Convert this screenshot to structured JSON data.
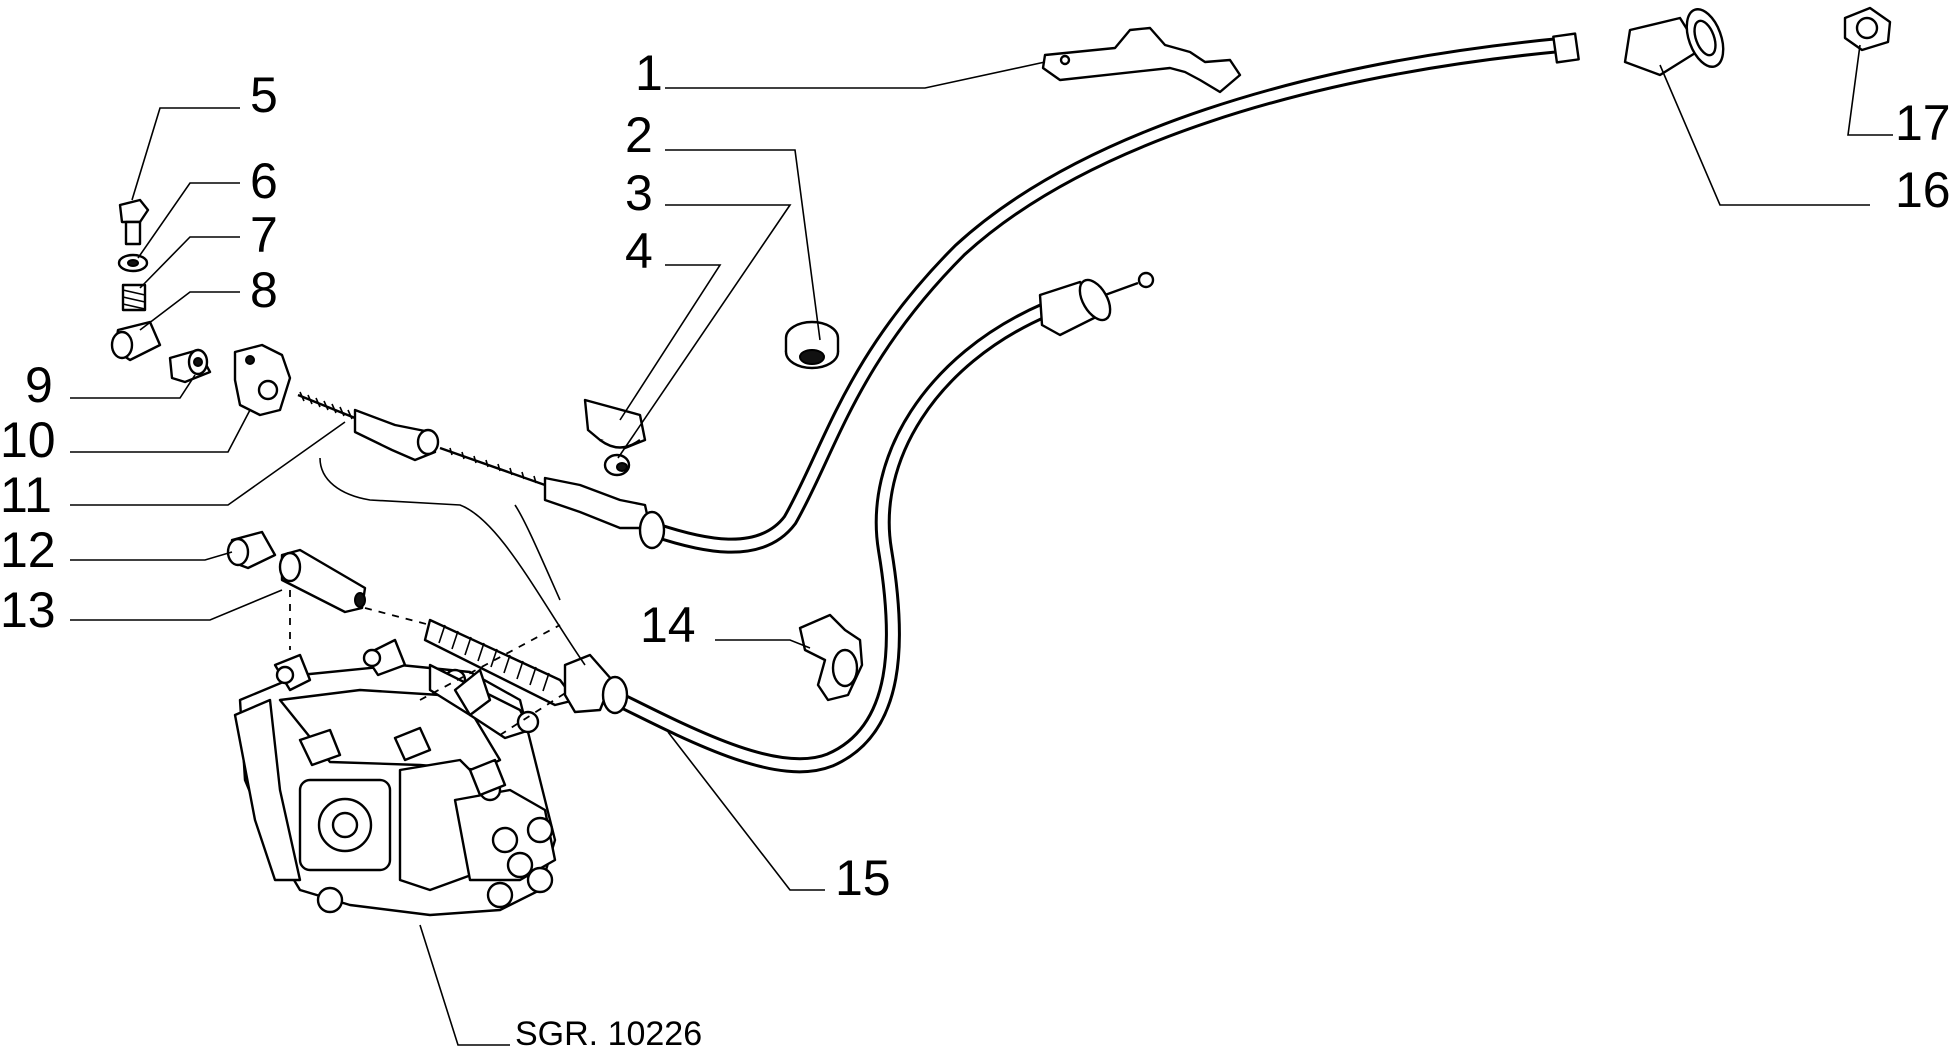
{
  "callouts": [
    {
      "number": "1"
    },
    {
      "number": "2"
    },
    {
      "number": "3"
    },
    {
      "number": "4"
    },
    {
      "number": "5"
    },
    {
      "number": "6"
    },
    {
      "number": "7"
    },
    {
      "number": "8"
    },
    {
      "number": "9"
    },
    {
      "number": "10"
    },
    {
      "number": "11"
    },
    {
      "number": "12"
    },
    {
      "number": "13"
    },
    {
      "number": "14"
    },
    {
      "number": "15"
    },
    {
      "number": "16"
    },
    {
      "number": "17"
    }
  ],
  "reference": "SGR. 10226"
}
